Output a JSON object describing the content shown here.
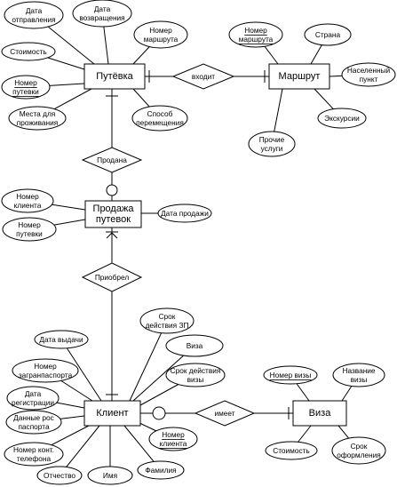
{
  "entities": {
    "putevka": "Путёвка",
    "marshrut": "Маршрут",
    "prodazha": [
      "Продажа",
      "путевок"
    ],
    "klient": "Клиент",
    "viza": "Виза"
  },
  "relationships": {
    "vhodit": "входит",
    "prodana": "Продана",
    "priobrel": "Приобрел",
    "imeet": "имеет"
  },
  "attributes": {
    "putevka": {
      "data_otpravleniya": [
        "Дата",
        "отправления"
      ],
      "data_vozvrascheniya": [
        "Дата",
        "возвращения"
      ],
      "nomer_marshruta": [
        "Номер",
        "маршрута"
      ],
      "stoimost": [
        "Стоимость"
      ],
      "nomer_putevki": [
        "Номер",
        "путевки"
      ],
      "mesta_prozhivaniya": [
        "Места для",
        "проживания"
      ],
      "sposob_peremescheniya": [
        "Способ",
        "перемещения"
      ]
    },
    "marshrut": {
      "nomer_marshruta": [
        "Номер",
        "маршрута"
      ],
      "strana": [
        "Страна"
      ],
      "naselenny_punkt": [
        "Населенный",
        "пункт"
      ],
      "prochie_uslugi": [
        "Прочие",
        "услуги"
      ],
      "ekskursii": [
        "Экскурсии"
      ]
    },
    "prodazha": {
      "nomer_klienta": [
        "Номер",
        "клиента"
      ],
      "nomer_putevki": [
        "Номер",
        "путевки"
      ],
      "data_prodazhi": [
        "Дата продажи"
      ]
    },
    "klient": {
      "srok_deystviya_zp": [
        "Срок",
        "действия ЗП"
      ],
      "data_vydachi": [
        "Дата выдачи"
      ],
      "viza": [
        "Виза"
      ],
      "nomer_zagranpasporta": [
        "Номер",
        "загранпаспорта"
      ],
      "srok_deystviya_vizy": [
        "Срок действия",
        "визы"
      ],
      "data_registracii": [
        "Дата",
        "регистрации"
      ],
      "dannye_ros_pasporta": [
        "Данные рос",
        "паспорта"
      ],
      "nomer_kont_telefona": [
        "Номер конт.",
        "телефона"
      ],
      "otchestvo": [
        "Отчество"
      ],
      "imya": [
        "Имя"
      ],
      "familiya": [
        "Фамилия"
      ],
      "nomer_klienta": [
        "Номер",
        "клиента"
      ]
    },
    "viza": {
      "nomer_vizy": [
        "Номер визы"
      ],
      "nazvanie_vizy": [
        "Название",
        "визы"
      ],
      "stoimost": [
        "Стоимость"
      ],
      "srok_oformleniya": [
        "Срок",
        "оформления"
      ]
    }
  }
}
